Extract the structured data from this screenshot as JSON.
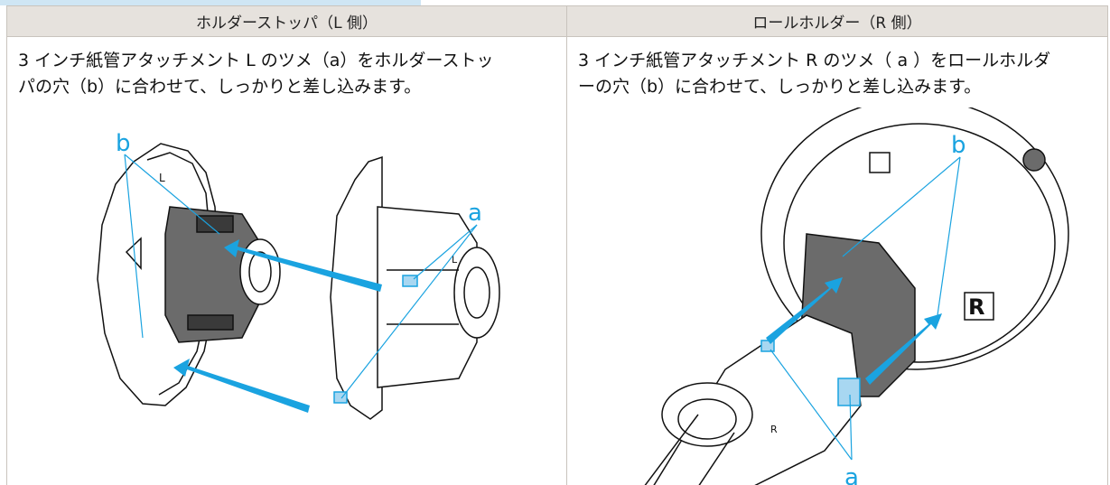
{
  "table": {
    "columns": [
      {
        "header": "ホルダーストッパ（L 側）",
        "line1": "3 インチ紙管アタッチメント L のツメ（a）をホルダーストッ",
        "line2": "パの穴（b）に合わせて、しっかりと差し込みます。",
        "labels": {
          "a": "a",
          "b": "b"
        }
      },
      {
        "header": "ロールホルダー（R 側）",
        "line1": "3 インチ紙管アタッチメント R のツメ（ a ）をロールホルダ",
        "line2": "ーの穴（b）に合わせて、しっかりと差し込みます。",
        "labels": {
          "a": "a",
          "b": "b"
        }
      }
    ]
  },
  "colors": {
    "accent": "#1aa3e0",
    "header_bg": "#e6e2dd",
    "border": "#c9c4bd"
  },
  "icons": {
    "mark_l": "L",
    "mark_r": "R"
  }
}
